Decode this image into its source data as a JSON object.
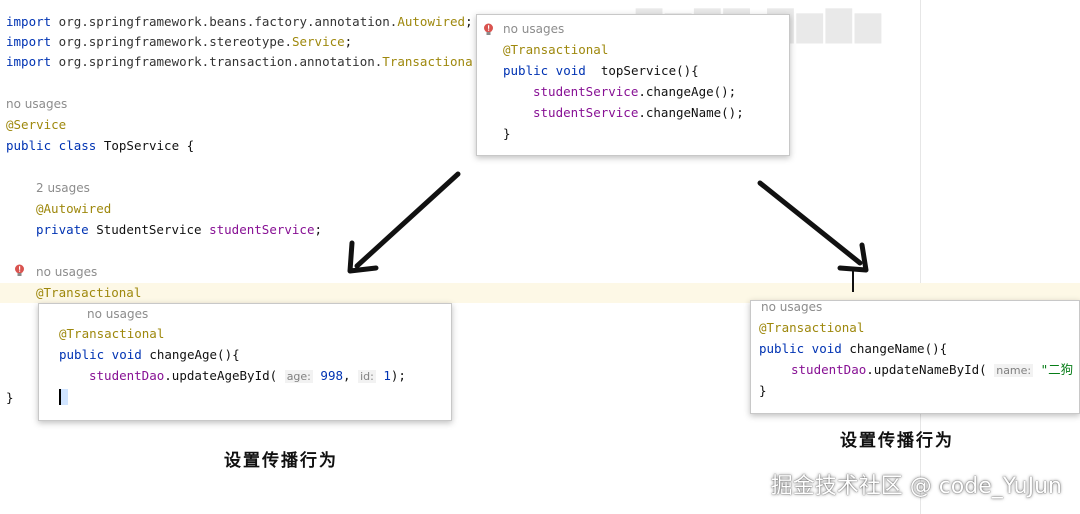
{
  "editor": {
    "imports": [
      {
        "kw": "import",
        "pkg": " org.springframework.beans.factory.annotation.",
        "cls": "Autowired",
        "end": ";"
      },
      {
        "kw": "import",
        "pkg": " org.springframework.stereotype.",
        "cls": "Service",
        "end": ";"
      },
      {
        "kw": "import",
        "pkg": " org.springframework.transaction.annotation.",
        "cls": "Transactiona",
        "end": ""
      }
    ],
    "class_usages": "no usages",
    "class_annotation": "@Service",
    "class_decl_kw": "public class",
    "class_name": " TopService {",
    "field_usages": "2 usages",
    "field_annotation": "@Autowired",
    "field_decl_kw": "private",
    "field_type": " StudentService ",
    "field_name": "studentService",
    "field_end": ";",
    "method_usages": "no usages",
    "method_annotation": "@Transactional",
    "closing_brace": "}"
  },
  "popup_top": {
    "usages": "no usages",
    "annotation": "@Transactional",
    "decl_kw": "public void",
    "decl_name": "  topService(){",
    "line1_field": "studentService",
    "line1_call": ".changeAge();",
    "line2_field": "studentService",
    "line2_call": ".changeName();",
    "close": "}"
  },
  "popup_left": {
    "usages": "no usages",
    "annotation": "@Transactional",
    "decl_kw": "public void",
    "decl_name": " changeAge(){",
    "body_field": "studentDao",
    "body_call": ".updateAgeById(",
    "hint_age": "age:",
    "arg_age": " 998",
    "sep": ", ",
    "hint_id": "id:",
    "arg_id": " 1",
    "body_end": ");"
  },
  "popup_right": {
    "usages": "no usages",
    "annotation": "@Transactional",
    "decl_kw": "public void",
    "decl_name": " changeName(){",
    "body_field": "studentDao",
    "body_call": ".updateNameById(",
    "hint_name": "name:",
    "arg_name": " \"二狗",
    "close": "}"
  },
  "captions": {
    "left": "设置传播行为",
    "right": "设置传播行为"
  },
  "watermark": "掘金技术社区 @ code_YuJun",
  "icons": [
    "bulb-warning-icon",
    "arrow-icon"
  ],
  "colors": {
    "keyword": "#0033b3",
    "annotation": "#9e880d",
    "field": "#871094",
    "bulb": "#d9534f"
  }
}
